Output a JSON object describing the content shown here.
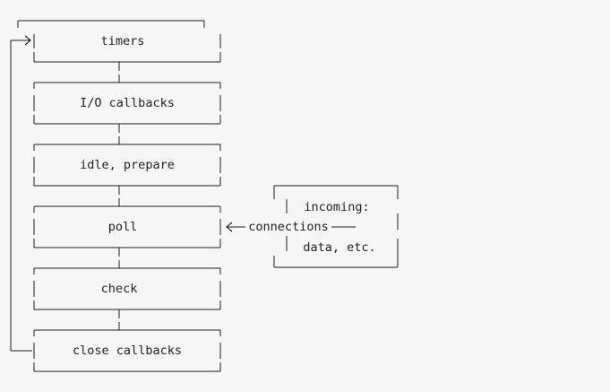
{
  "phases": [
    {
      "label": "timers"
    },
    {
      "label": "I/O callbacks"
    },
    {
      "label": "idle, prepare"
    },
    {
      "label": "poll"
    },
    {
      "label": "check"
    },
    {
      "label": "close callbacks"
    }
  ],
  "incoming": {
    "line1": "incoming:",
    "line2": "data, etc.",
    "arrow_label": "connections"
  },
  "colors": {
    "background": "#f6f6f6",
    "line": "#1f1f1f"
  }
}
